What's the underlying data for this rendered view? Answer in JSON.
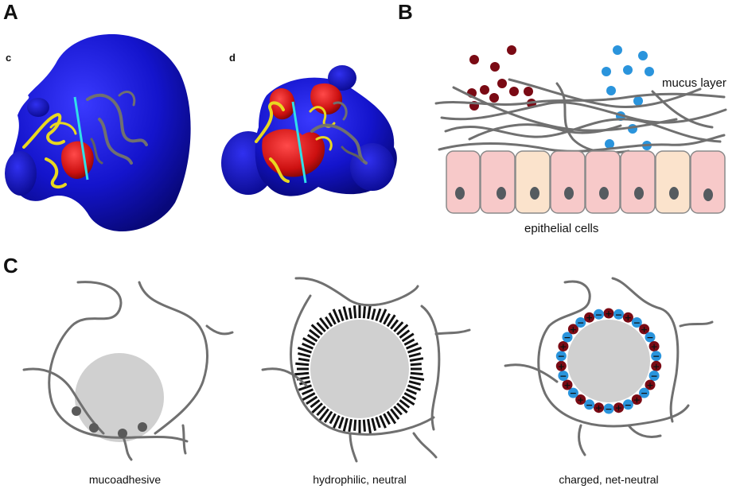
{
  "panels": {
    "a": {
      "letter": "A",
      "sub_c": "c",
      "sub_d": "d"
    },
    "b": {
      "letter": "B",
      "mucus_label": "mucus layer",
      "epithelial_label": "epithelial cells"
    },
    "c": {
      "letter": "C",
      "captions": [
        "mucoadhesive",
        "hydrophilic, neutral",
        "charged, net-neutral"
      ]
    }
  },
  "colors": {
    "blue_surface": "#1010c8",
    "red_surface": "#d01010",
    "ribbon": "#e8d820",
    "axis_line": "#30e0e8",
    "dark_red_particle": "#7a0a14",
    "blue_particle": "#2a94dc",
    "cell_pink": "#f7c9c9",
    "cell_cream": "#fbe3cc",
    "nucleus": "#555b60",
    "fiber": "#707070",
    "particle_grey": "#d0d0d0",
    "brush": "#111111"
  },
  "symbols": {
    "plus": "+",
    "minus": "−"
  }
}
